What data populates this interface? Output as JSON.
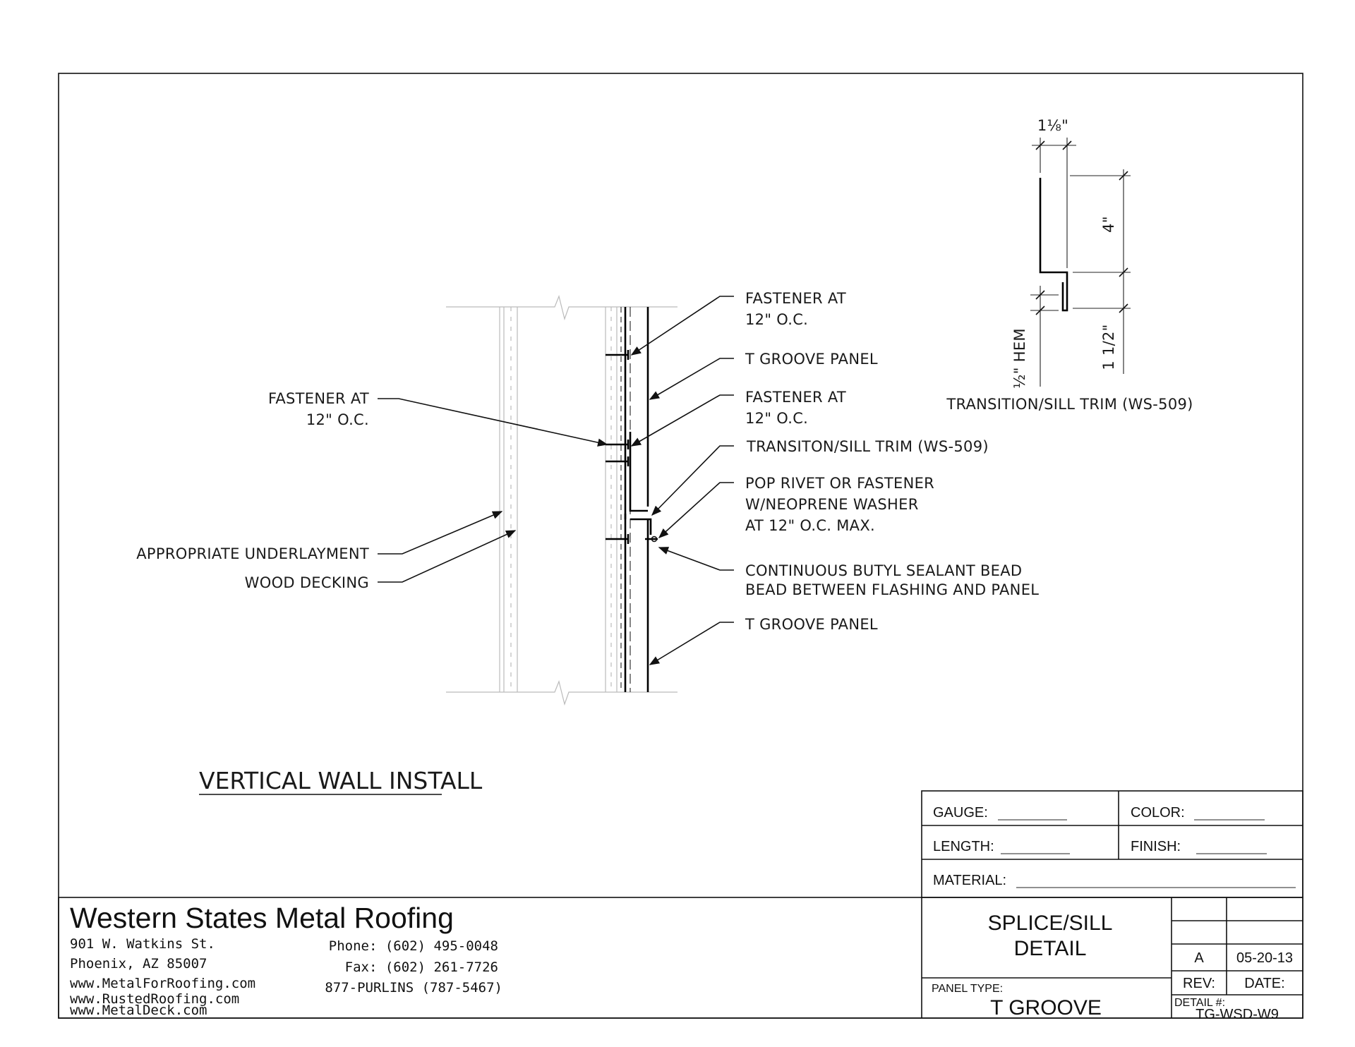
{
  "drawing": {
    "title": "VERTICAL WALL INSTALL",
    "callouts_right": [
      {
        "id": "fastener-top",
        "lines": [
          "FASTENER AT",
          "12\" O.C."
        ]
      },
      {
        "id": "t-groove-panel-top",
        "lines": [
          "T GROOVE PANEL"
        ]
      },
      {
        "id": "fastener-mid",
        "lines": [
          "FASTENER AT",
          "12\" O.C."
        ]
      },
      {
        "id": "transition-trim",
        "lines": [
          "TRANSITON/SILL TRIM (WS-509)"
        ]
      },
      {
        "id": "pop-rivet",
        "lines": [
          "POP RIVET OR FASTENER",
          "W/NEOPRENE WASHER",
          "AT 12\" O.C. MAX."
        ]
      },
      {
        "id": "butyl-sealant",
        "lines": [
          "CONTINUOUS BUTYL SEALANT BEAD",
          "BEAD BETWEEN FLASHING AND PANEL"
        ]
      },
      {
        "id": "t-groove-panel-bottom",
        "lines": [
          "T GROOVE PANEL"
        ]
      }
    ],
    "callouts_left": [
      {
        "id": "fastener-left",
        "lines": [
          "FASTENER AT",
          "12\" O.C."
        ]
      },
      {
        "id": "underlayment",
        "lines": [
          "APPROPRIATE UNDERLAYMENT"
        ]
      },
      {
        "id": "wood-decking",
        "lines": [
          "WOOD DECKING"
        ]
      }
    ],
    "trim_detail": {
      "label": "TRANSITION/SILL TRIM (WS-509)",
      "dim_top": "1⅛\"",
      "dim_height": "4\"",
      "dim_bottom": "1 1/2\"",
      "dim_hem": "½\" HEM"
    }
  },
  "title_block": {
    "gauge_label": "GAUGE:",
    "color_label": "COLOR:",
    "length_label": "LENGTH:",
    "finish_label": "FINISH:",
    "material_label": "MATERIAL:",
    "detail_name_line1": "SPLICE/SILL",
    "detail_name_line2": "DETAIL",
    "panel_type_label": "PANEL TYPE:",
    "panel_type": "T GROOVE",
    "rev": "A",
    "rev_label": "REV:",
    "date": "05-20-13",
    "date_label": "DATE:",
    "detail_no_label": "DETAIL #:",
    "detail_no": "TG-WSD-W9"
  },
  "company": {
    "name": "Western States Metal Roofing",
    "address1": "901 W. Watkins St.",
    "address2": "Phoenix, AZ 85007",
    "web1": "www.MetalForRoofing.com",
    "web2": "www.RustedRoofing.com",
    "web3": "www.MetalDeck.com",
    "phone": "Phone: (602) 495-0048",
    "fax": "Fax: (602) 261-7726",
    "tollfree": "877-PURLINS (787-5467)"
  }
}
